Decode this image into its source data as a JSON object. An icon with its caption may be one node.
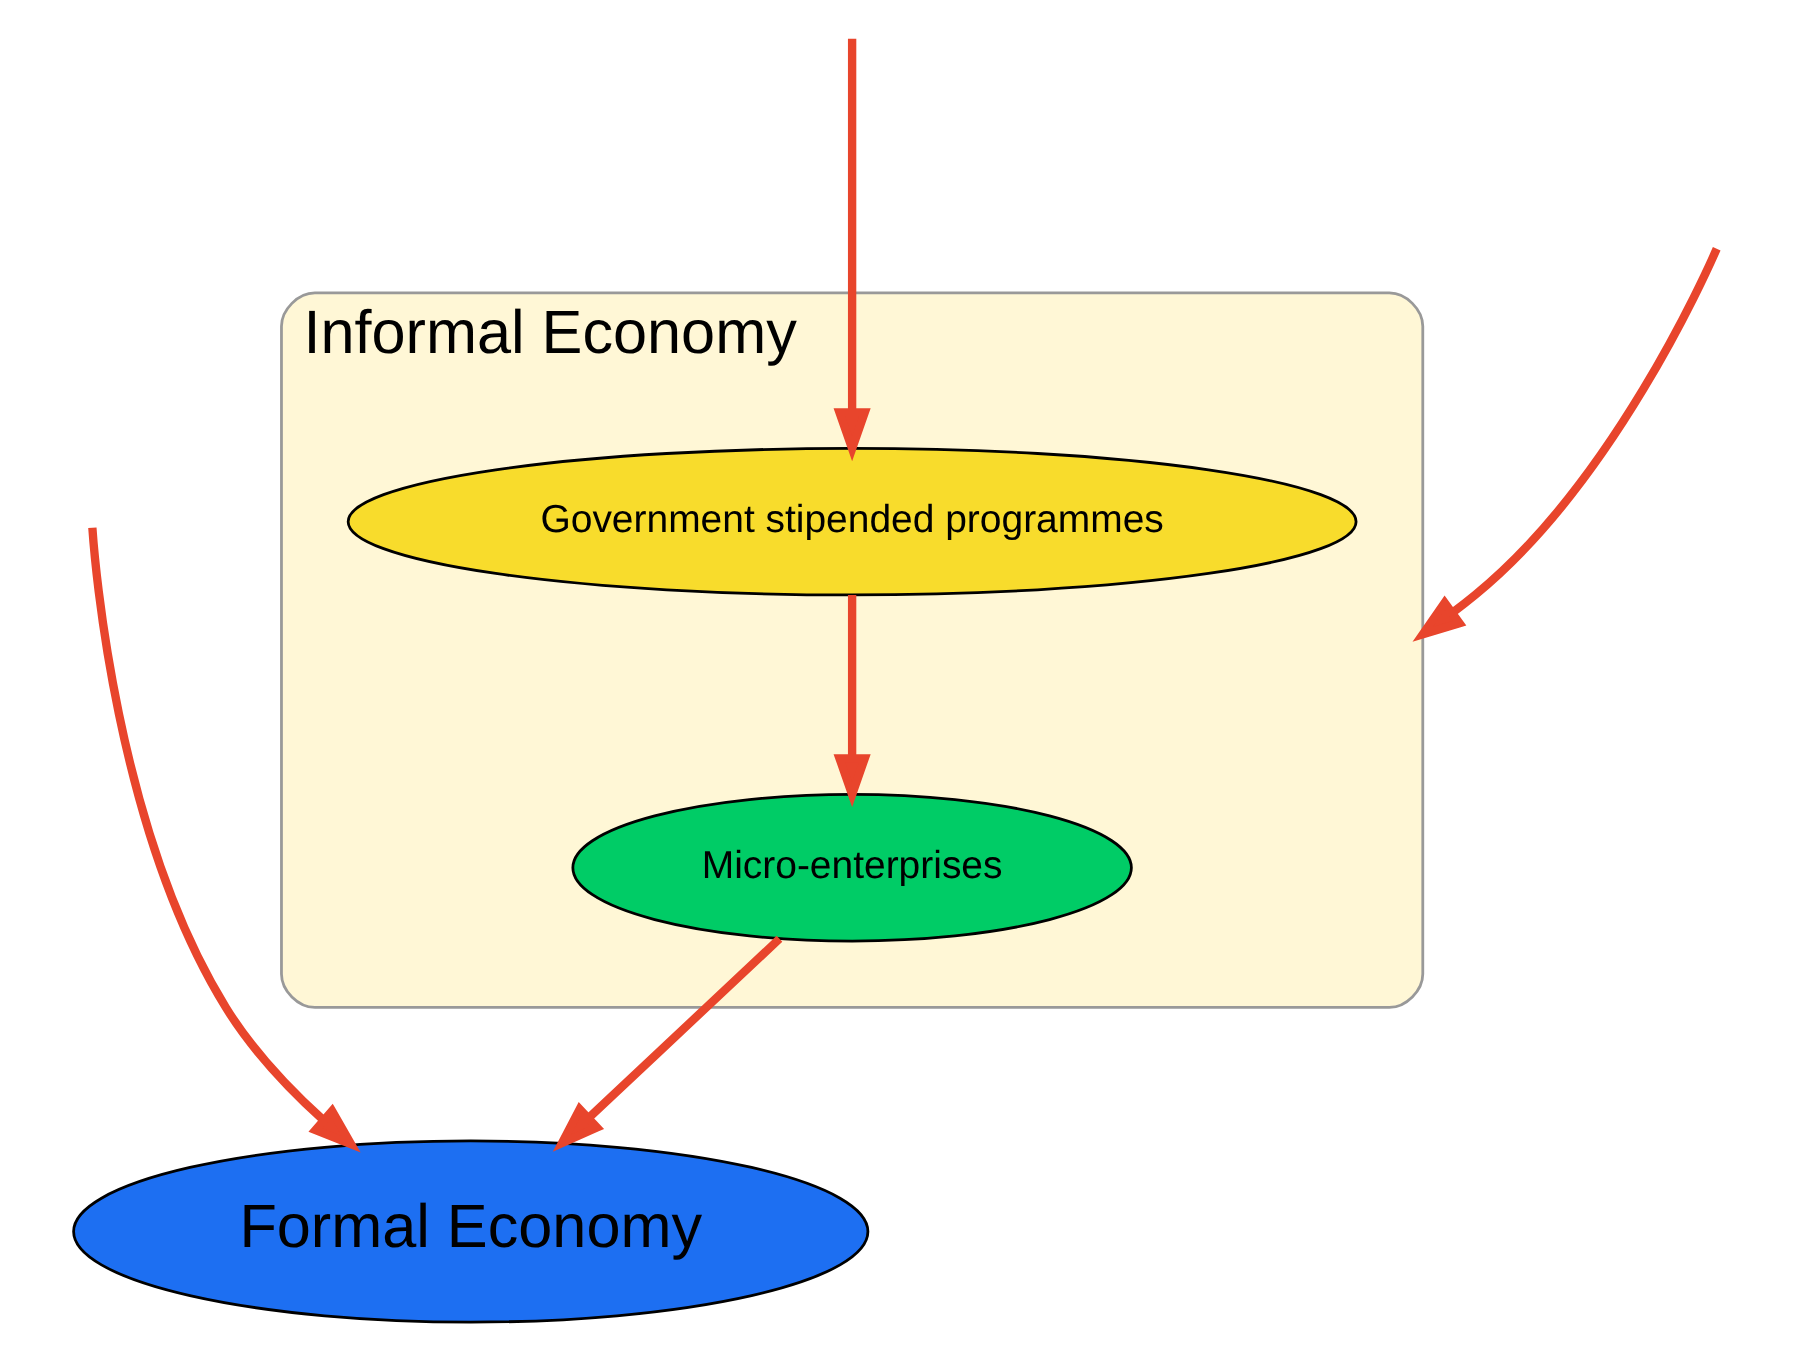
{
  "diagram": {
    "nodes": [
      {
        "text": [
          "Informal Economy"
        ]
      },
      {
        "text": [
          "Micro-enterprises"
        ],
        "in": 0
      },
      {
        "text": [
          "Government stipended programmes"
        ],
        "in": 0
      },
      {
        "text": [
          "Formal Economy"
        ]
      }
    ],
    "edges": [
      {
        "from": 2,
        "to": 1,
        "arrow": "to"
      },
      {
        "from": 1,
        "to": 3,
        "arrow": "to"
      },
      {
        "from": null,
        "to": 3,
        "arrow": "to"
      },
      {
        "from": null,
        "to": 2,
        "arrow": "to"
      },
      {
        "from": null,
        "to": 0,
        "arrow": "to"
      }
    ]
  }
}
